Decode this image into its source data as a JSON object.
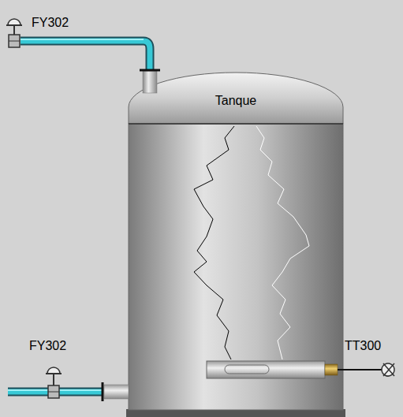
{
  "diagram": {
    "nodes": [
      {
        "text": [
          "Tanque"
        ]
      }
    ],
    "labels": [
      "FY302",
      "FY302",
      "TT300"
    ]
  }
}
